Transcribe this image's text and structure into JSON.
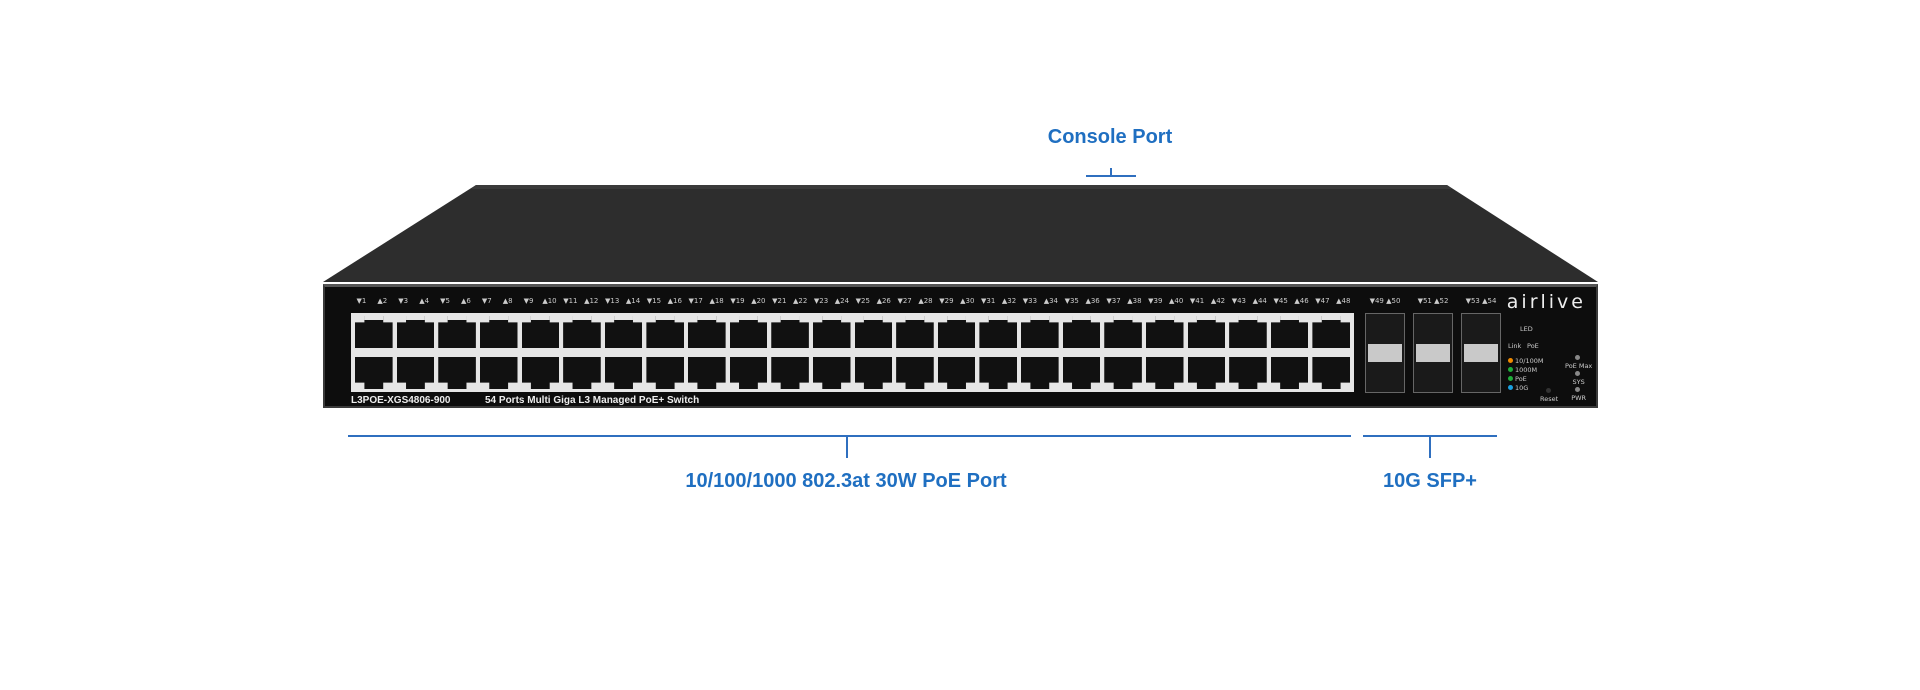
{
  "callouts": {
    "console": "Console Port",
    "poe": "10/100/1000 802.3at 30W PoE Port",
    "sfp": "10G SFP+"
  },
  "device": {
    "model": "L3POE-XGS4806-900",
    "description": "54 Ports Multi Giga L3 Managed PoE+ Switch",
    "brand": "airlive",
    "port_labels": [
      "▼1",
      "▲2",
      "▼3",
      "▲4",
      "▼5",
      "▲6",
      "▼7",
      "▲8",
      "▼9",
      "▲10",
      "▼11",
      "▲12",
      "▼13",
      "▲14",
      "▼15",
      "▲16",
      "▼17",
      "▲18",
      "▼19",
      "▲20",
      "▼21",
      "▲22",
      "▼23",
      "▲24",
      "▼25",
      "▲26",
      "▼27",
      "▲28",
      "▼29",
      "▲30",
      "▼31",
      "▲32",
      "▼33",
      "▲34",
      "▼35",
      "▲36",
      "▼37",
      "▲38",
      "▼39",
      "▲40",
      "▼41",
      "▲42",
      "▼43",
      "▲44",
      "▼45",
      "▲46",
      "▼47",
      "▲48"
    ],
    "sfp_labels": [
      "▼49 ▲50",
      "▼51 ▲52",
      "▼53 ▲54"
    ],
    "led_title": "LED",
    "led_link": "Link",
    "led_poe": "PoE",
    "legend": [
      {
        "label": "10/100M",
        "color": "#f08a00"
      },
      {
        "label": "1000M",
        "color": "#1fae3a"
      },
      {
        "label": "PoE",
        "color": "#1fae3a"
      },
      {
        "label": "10G",
        "color": "#1aa0e0"
      }
    ],
    "status": [
      "PoE Max",
      "SYS",
      "PWR"
    ],
    "reset": "Reset"
  }
}
